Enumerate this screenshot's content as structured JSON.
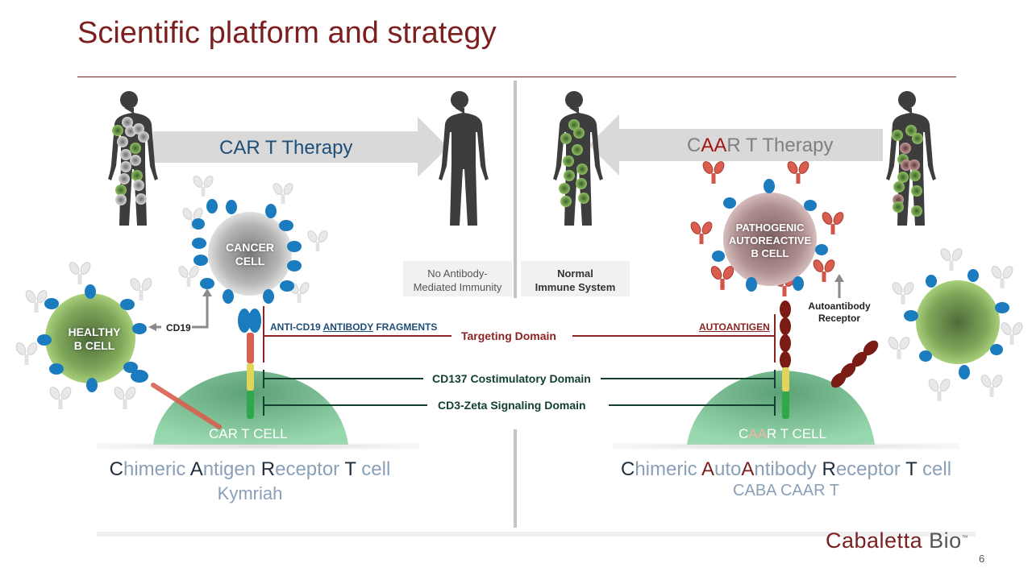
{
  "slide": {
    "title": "Scientific platform and strategy",
    "page_number": "6"
  },
  "colors": {
    "brand_red": "#7b1f1f",
    "car_blue": "#1f4e79",
    "arrow_gray": "#d9d9d9",
    "text_gray": "#7f7f7f",
    "costim_dark_green": "#12402e",
    "receptor_blue": "#1a7bbf"
  },
  "left_panel": {
    "arrow_label": "CAR T Therapy",
    "outcome_caption_line1": "No Antibody-",
    "outcome_caption_line2": "Mediated Immunity",
    "healthy_cell_line1": "HEALTHY",
    "healthy_cell_line2": "B CELL",
    "cancer_cell_line1": "CANCER",
    "cancer_cell_line2": "CELL",
    "cd19_label": "CD19",
    "fragment_label_prefix": "ANTI-CD19 ",
    "fragment_label_underlined": "ANTIBODY",
    "fragment_label_suffix": " FRAGMENTS",
    "t_cell_label": "CAR T CELL",
    "name_parts": [
      {
        "text": "C",
        "hl": true
      },
      {
        "text": "himeric ",
        "hl": false
      },
      {
        "text": "A",
        "hl": true
      },
      {
        "text": "ntigen ",
        "hl": false
      },
      {
        "text": "R",
        "hl": true
      },
      {
        "text": "eceptor ",
        "hl": false
      },
      {
        "text": "T",
        "hl": true
      },
      {
        "text": " cell",
        "hl": false
      }
    ],
    "product": "Kymriah"
  },
  "right_panel": {
    "arrow_label_c": "C",
    "arrow_label_aa": "AA",
    "arrow_label_rest": "R T Therapy",
    "outcome_caption_line1": "Normal",
    "outcome_caption_line2": "Immune System",
    "pathogenic_cell_line1": "PATHOGENIC",
    "pathogenic_cell_line2": "AUTOREACTIVE",
    "pathogenic_cell_line3": "B CELL",
    "autoantibody_receptor_line1": "Autoantibody",
    "autoantibody_receptor_line2": "Receptor",
    "autoantigen_label": "AUTOANTIGEN",
    "t_cell_label_c": "C",
    "t_cell_label_aa": "AA",
    "t_cell_label_rest": "R T CELL",
    "name_parts": [
      {
        "text": "C",
        "hl": "dark"
      },
      {
        "text": "himeric ",
        "hl": ""
      },
      {
        "text": "A",
        "hl": "red"
      },
      {
        "text": "uto",
        "hl": ""
      },
      {
        "text": "A",
        "hl": "red"
      },
      {
        "text": "ntibody ",
        "hl": ""
      },
      {
        "text": "R",
        "hl": "dark"
      },
      {
        "text": "eceptor ",
        "hl": ""
      },
      {
        "text": "T",
        "hl": "dark"
      },
      {
        "text": " cell",
        "hl": ""
      }
    ],
    "product": "CABA CAAR T"
  },
  "domains": {
    "targeting": "Targeting Domain",
    "costimulatory": "CD137 Costimulatory Domain",
    "signaling": "CD3-Zeta Signaling Domain"
  },
  "logo": {
    "part1": "Cabaletta",
    "part2": " Bio",
    "tm": "™"
  }
}
